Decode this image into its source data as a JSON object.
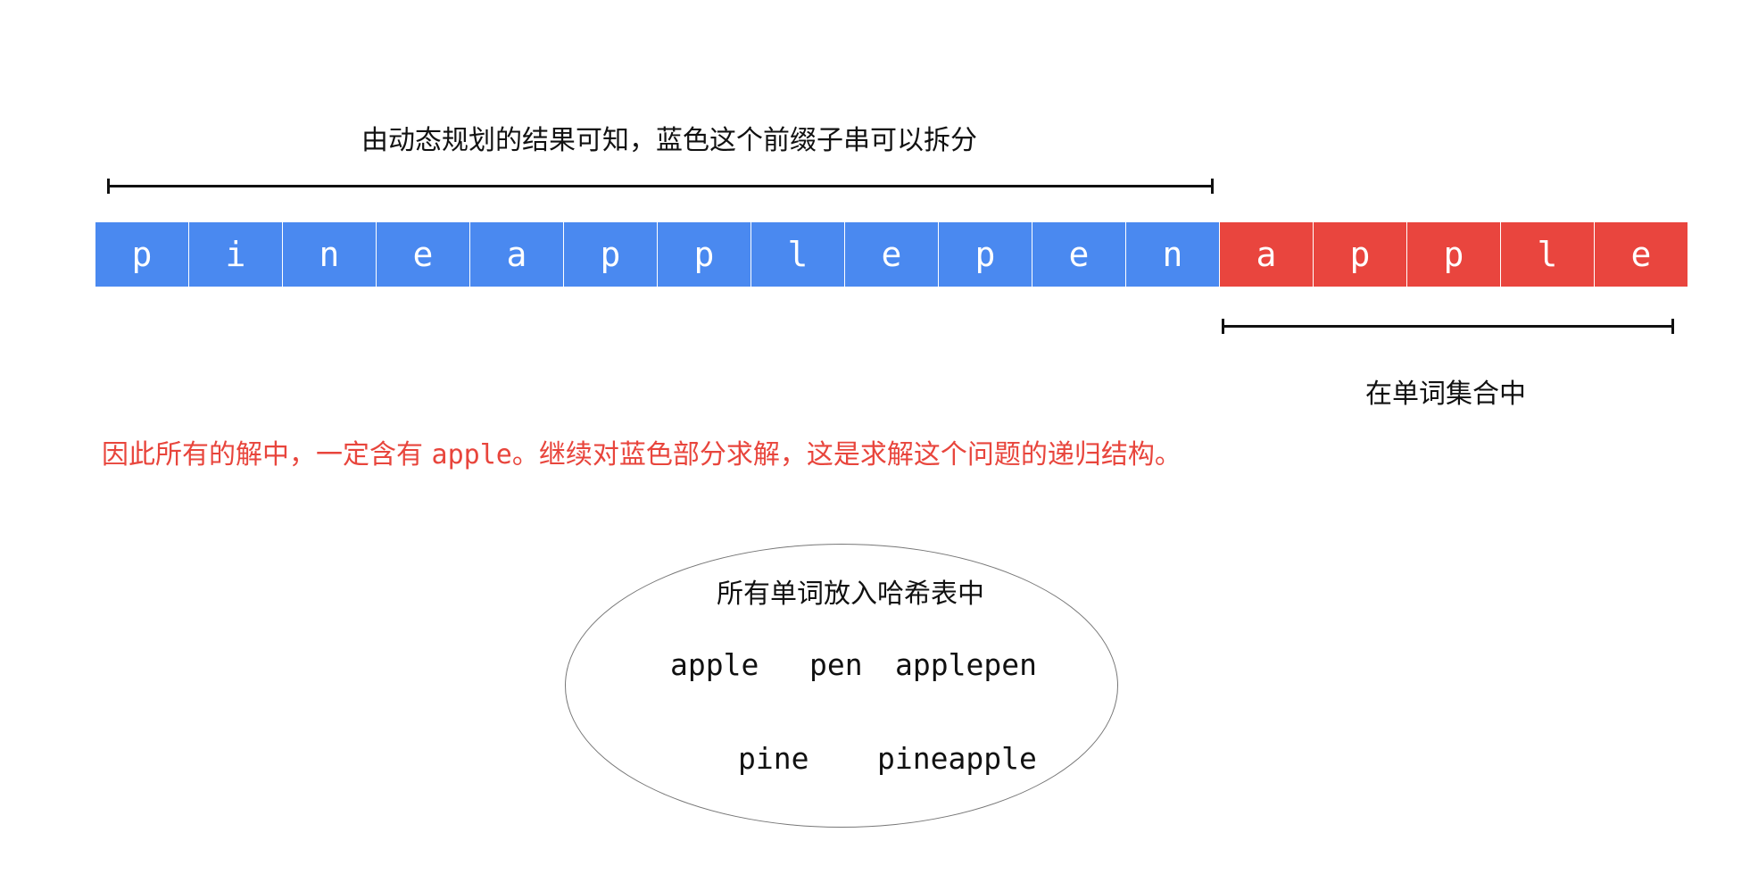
{
  "captions": {
    "top": "由动态规划的结果可知，蓝色这个前缀子串可以拆分",
    "right": "在单词集合中",
    "conclusion_before": "因此所有的解中，一定含有 ",
    "conclusion_mono": "apple",
    "conclusion_after": "。继续对蓝色部分求解，这是求解这个问题的递归结构。"
  },
  "string": {
    "blue_prefix": [
      "p",
      "i",
      "n",
      "e",
      "a",
      "p",
      "p",
      "l",
      "e",
      "p",
      "e",
      "n"
    ],
    "red_suffix": [
      "a",
      "p",
      "p",
      "l",
      "e"
    ]
  },
  "dictionary": {
    "title": "所有单词放入哈希表中",
    "words": [
      "apple",
      "pen",
      "applepen",
      "pine",
      "pineapple"
    ]
  },
  "colors": {
    "blue": "#4a89f0",
    "red": "#e9453e",
    "conclusion_text": "#e8453c",
    "text": "#111111"
  }
}
